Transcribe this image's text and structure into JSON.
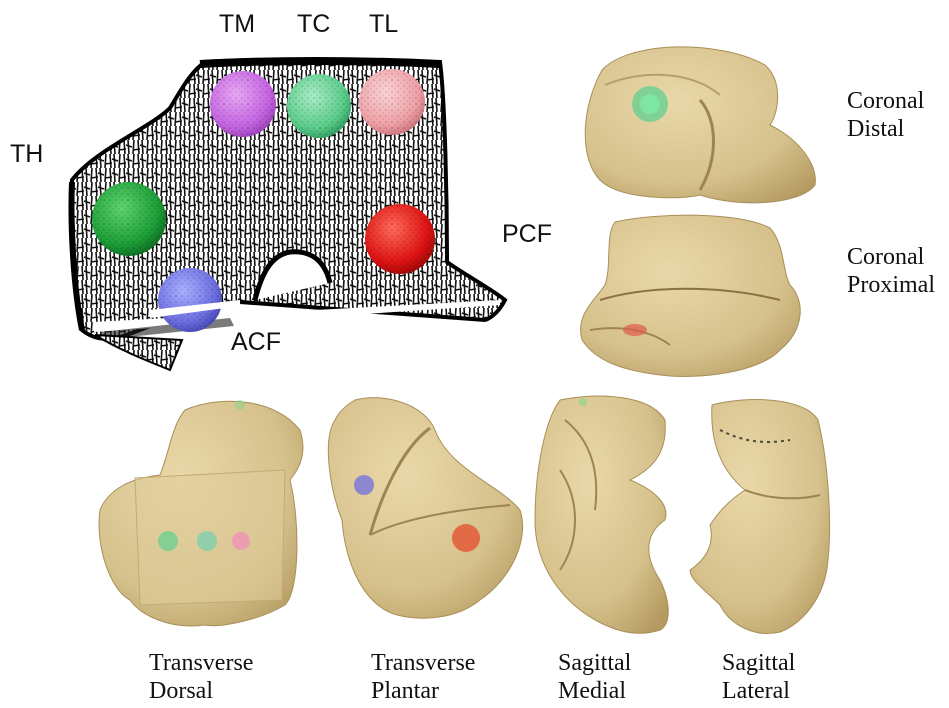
{
  "section_labels": {
    "tm": "TM",
    "tc": "TC",
    "tl": "TL",
    "th": "TH",
    "pcf": "PCF",
    "acf": "ACF"
  },
  "views": {
    "coronal_distal": [
      "Coronal",
      "Distal"
    ],
    "coronal_proximal": [
      "Coronal",
      "Proximal"
    ],
    "transverse_dorsal": [
      "Transverse",
      "Dorsal"
    ],
    "transverse_plantar": [
      "Transverse",
      "Plantar"
    ],
    "sagittal_medial": [
      "Sagittal",
      "Medial"
    ],
    "sagittal_lateral": [
      "Sagittal",
      "Lateral"
    ]
  },
  "colors": {
    "TM": "#cc6ee6",
    "TC": "#5fd08f",
    "TL": "#f0a7ab",
    "TH": "#1fa13a",
    "PCF": "#e01414",
    "ACF": "#6f6fe0",
    "bone": "#d8c48f"
  }
}
